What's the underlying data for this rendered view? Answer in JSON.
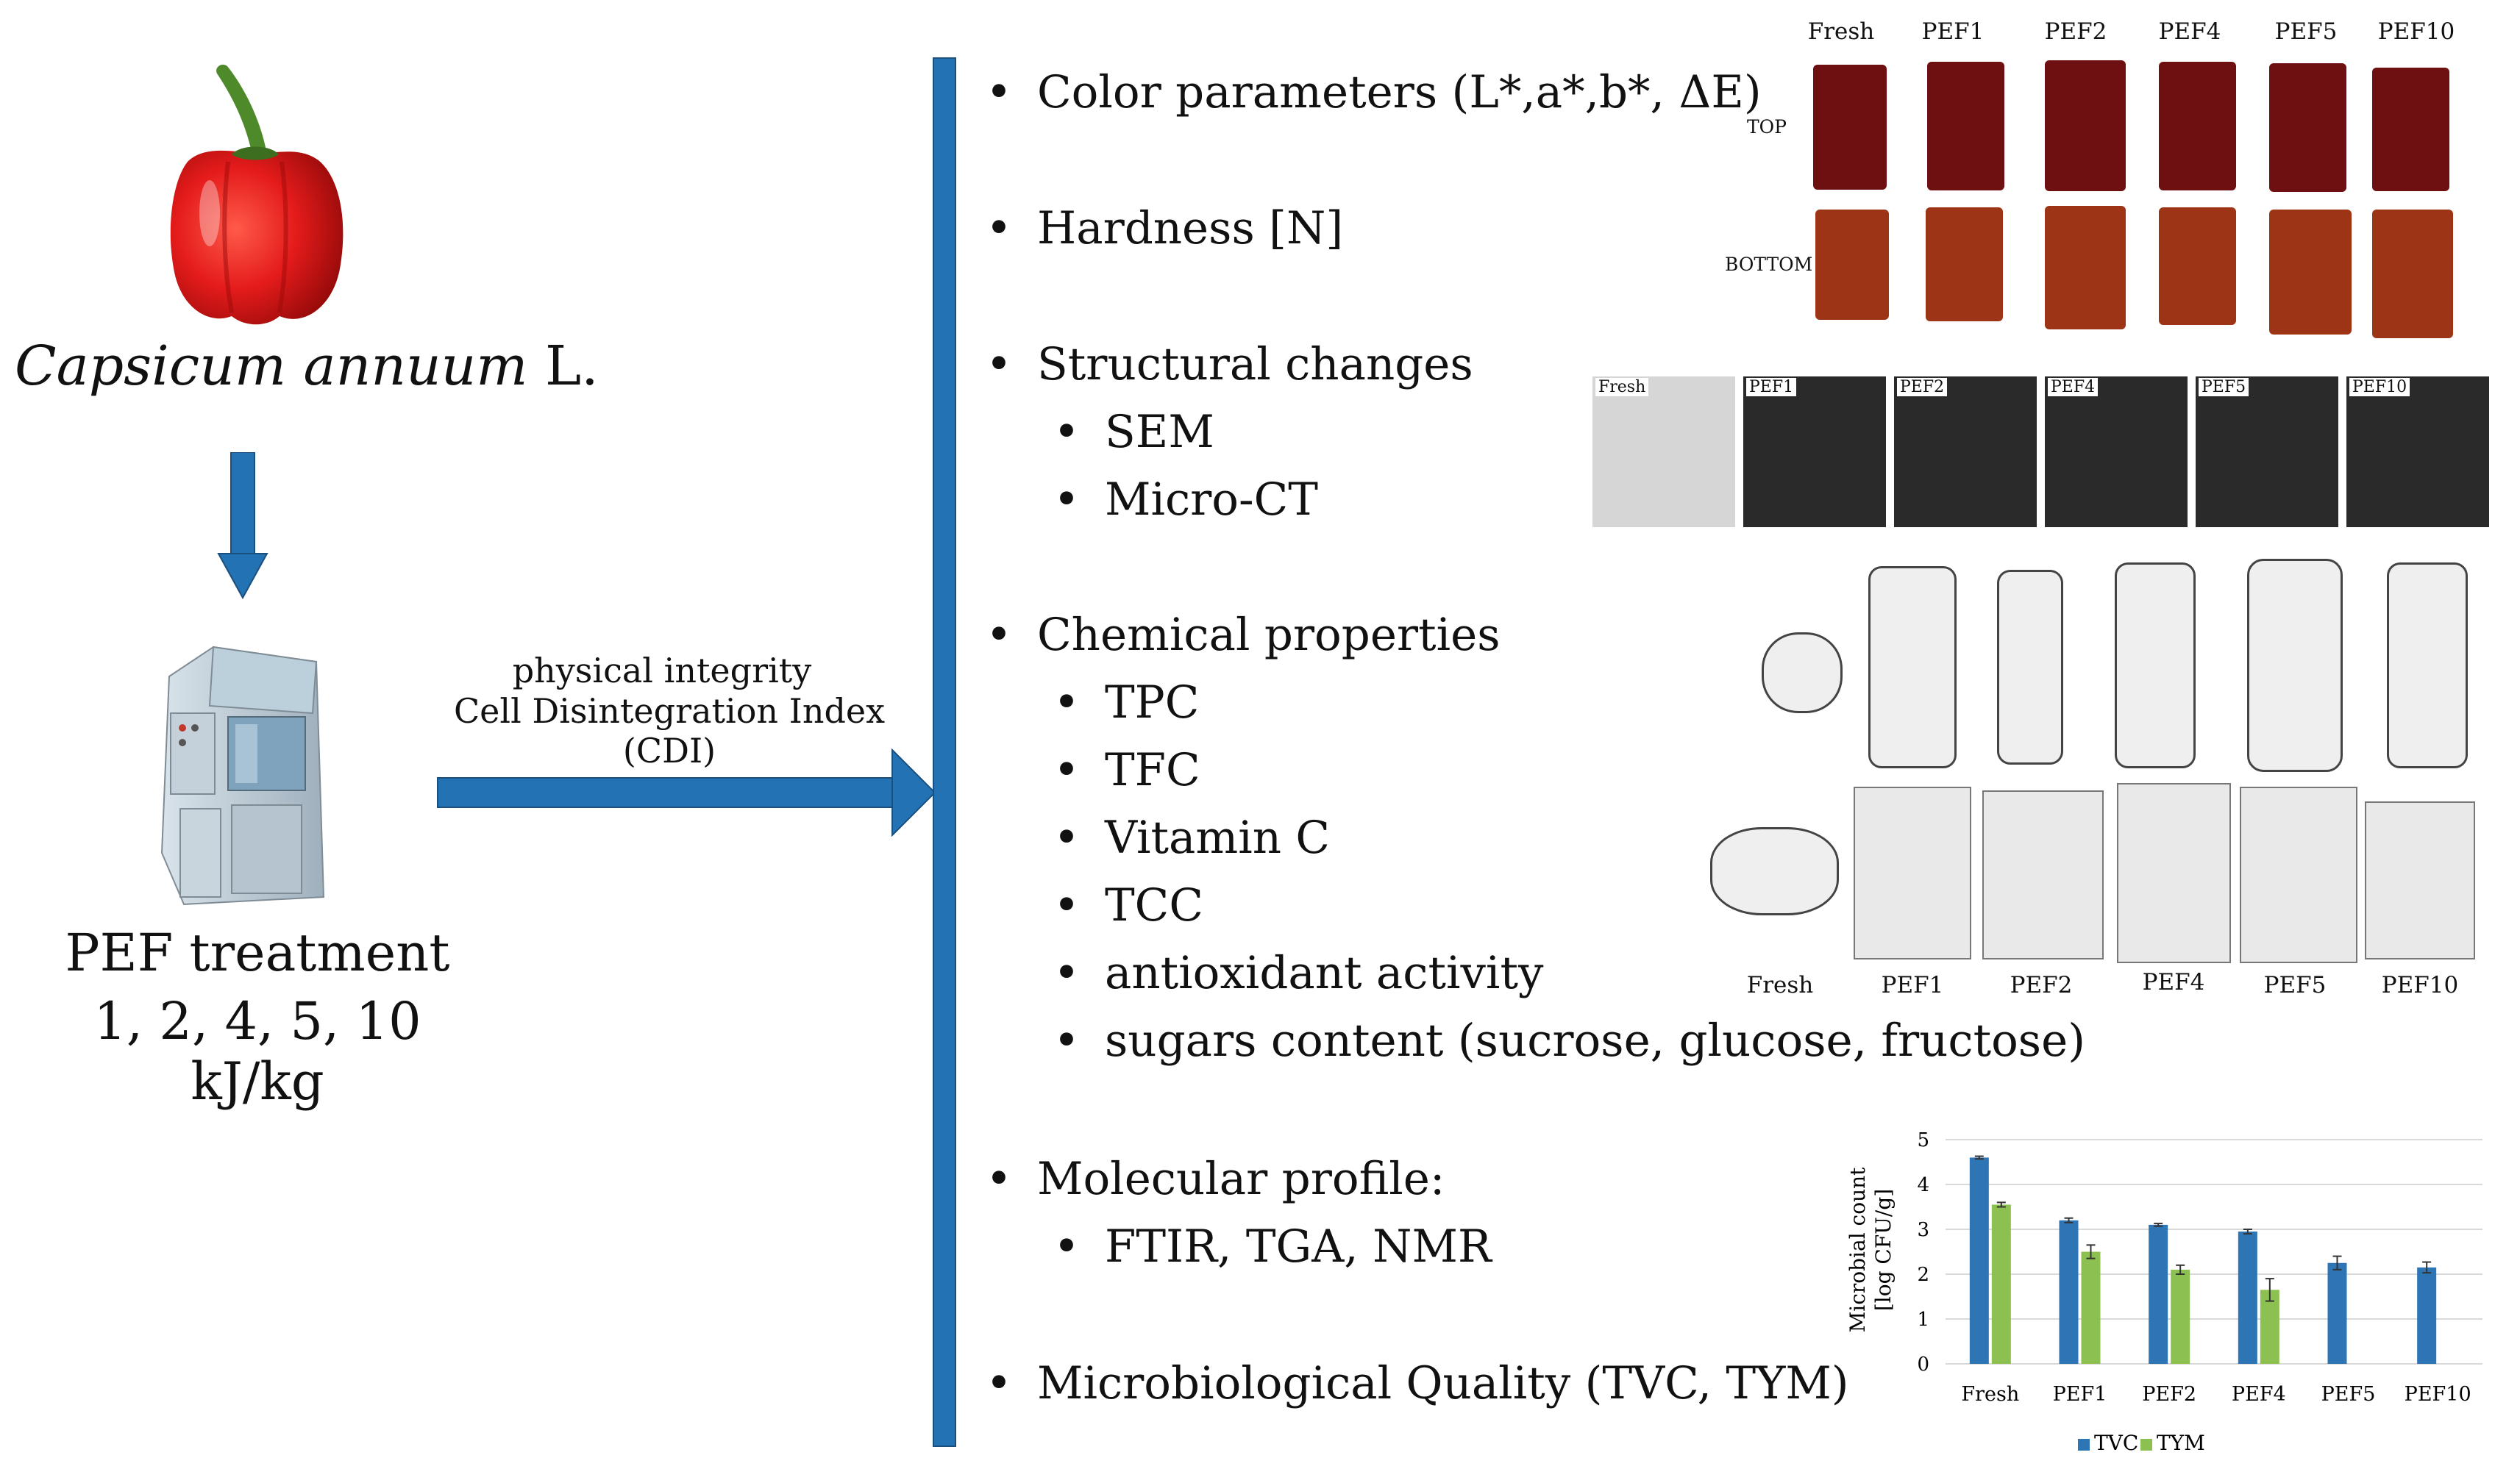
{
  "left": {
    "species_italic": "Capsicum annuum",
    "species_suffix": " L.",
    "pef_title": "PEF treatment",
    "pef_dose": "1, 2, 4, 5, 10 kJ/kg"
  },
  "arrow_text": {
    "line1": "physical integrity",
    "line2": "Cell Disintegration Index (CDI)"
  },
  "bullets": {
    "color": "Color parameters (L*,a*,b*, ΔE)",
    "hardness": "Hardness [N]",
    "structural": "Structural changes",
    "sem": "SEM",
    "microct": "Micro-CT",
    "chemical": "Chemical properties",
    "tpc": "TPC",
    "tfc": "TFC",
    "vitc": "Vitamin C",
    "tcc": "TCC",
    "antiox": "antioxidant activity",
    "sugars": "sugars content (sucrose, glucose, fructose)",
    "molecular": "Molecular profile:",
    "ftir": "FTIR, TGA, NMR",
    "micro": "Microbiological Quality (TVC, TYM)"
  },
  "color_photos": {
    "samples": [
      "Fresh",
      "PEF1",
      "PEF2",
      "PEF4",
      "PEF5",
      "PEF10"
    ],
    "row_top": "TOP",
    "row_bottom": "BOTTOM"
  },
  "sem_photos": {
    "samples": [
      "Fresh",
      "PEF1",
      "PEF2",
      "PEF4",
      "PEF5",
      "PEF10"
    ]
  },
  "ct_photos": {
    "samples": [
      "Fresh",
      "PEF1",
      "PEF2",
      "PEF4",
      "PEF5",
      "PEF10"
    ]
  },
  "colors": {
    "arrow": "#2372b3",
    "pepper_red": "#e41b1b",
    "tvc": "#2e75b6",
    "tym": "#8cc152"
  },
  "chart_data": {
    "type": "bar",
    "categories": [
      "Fresh",
      "PEF1",
      "PEF2",
      "PEF4",
      "PEF5",
      "PEF10"
    ],
    "series": [
      {
        "name": "TVC",
        "values": [
          4.6,
          3.2,
          3.1,
          2.95,
          2.25,
          2.15
        ],
        "errors": [
          0.03,
          0.05,
          0.03,
          0.05,
          0.15,
          0.12
        ]
      },
      {
        "name": "TYM",
        "values": [
          3.55,
          2.5,
          2.1,
          1.65,
          null,
          null
        ],
        "errors": [
          0.05,
          0.15,
          0.1,
          0.25,
          null,
          null
        ]
      }
    ],
    "ylabel_line1": "Microbial count",
    "ylabel_line2": "[log CFU/g]",
    "ylim": [
      0,
      5
    ],
    "yticks": [
      "0",
      "1",
      "2",
      "3",
      "4",
      "5"
    ],
    "grid": true,
    "legend_position": "bottom"
  }
}
